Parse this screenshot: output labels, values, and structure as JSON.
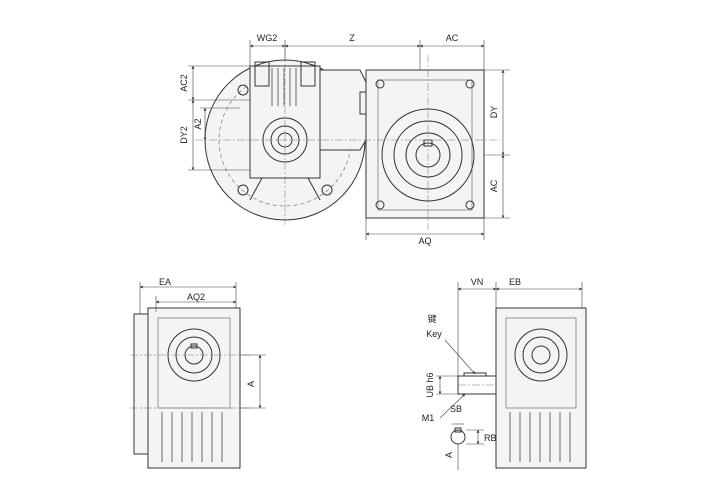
{
  "labels": {
    "wg2": "WG2",
    "z": "Z",
    "ac_top": "AC",
    "ac2": "AC2",
    "dy2": "DY2",
    "a2": "A2",
    "dy": "DY",
    "ac_right": "AC",
    "aq": "AQ",
    "ea": "EA",
    "aq2": "AQ2",
    "a_left": "A",
    "vn": "VN",
    "eb": "EB",
    "key_cn": "键",
    "key_en": "Key",
    "ubh6": "UB h6",
    "m1": "M1",
    "sb": "SB",
    "rb": "RB",
    "a_right": "A"
  }
}
